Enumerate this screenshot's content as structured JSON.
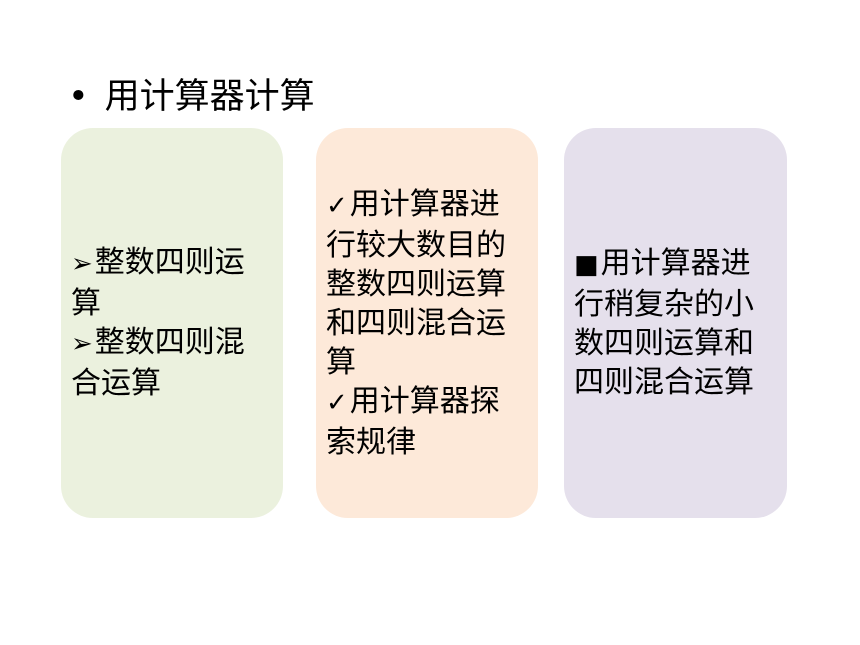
{
  "slide": {
    "bullet": "•",
    "title": "用计算器计算"
  },
  "cards": [
    {
      "marker": "➢",
      "color": "#ebf1de",
      "items": [
        "整数四则运算",
        "整数四则混合运算"
      ]
    },
    {
      "marker": "✓",
      "color": "#fde9d9",
      "items": [
        "用计算器进行较大数目的整数四则运算和四则混合运算",
        "用计算器探索规律"
      ]
    },
    {
      "marker": "■",
      "color": "#e5e0ec",
      "items": [
        "用计算器进行稍复杂的小数四则运算和四则混合运算"
      ]
    }
  ]
}
